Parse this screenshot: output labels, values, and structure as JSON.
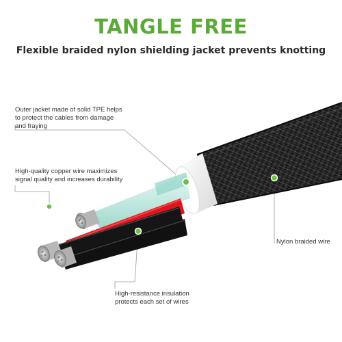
{
  "headline": "TANGLE FREE",
  "subheadline": "Flexible braided nylon shielding jacket prevents knotting",
  "callouts": {
    "outer_jacket": "Outer jacket made of solid TPE helps to protect the cables from damage and fraying",
    "copper_wire": "High-quality copper wire maximizes signal quality and increases durability",
    "nylon_braid": "Nylon braided wire",
    "insulation": "High-resistance insulation protects each set of wires"
  },
  "colors": {
    "headline_green": "#5aaa38",
    "callout_dot_green": "#6cc04a",
    "braid_dark": "#1a1a1a",
    "jacket_white": "#f4f4f4",
    "wire_teal": "#bfe8e0",
    "wire_red": "#e0141e",
    "wire_black": "#151515",
    "copper_silver": "#b8b8b8"
  },
  "icons": [
    "callout-dot",
    "leader-line"
  ]
}
